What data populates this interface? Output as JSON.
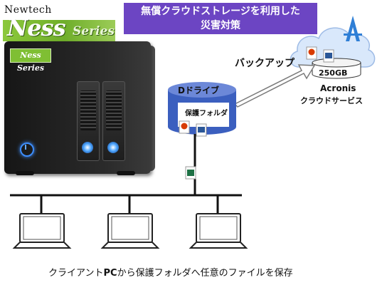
{
  "logo": {
    "top_text": "Newtech",
    "main_text": "Ness",
    "sub_text": "Series"
  },
  "title": {
    "line1": "無償クラウドストレージを利用した",
    "line2": "災害対策"
  },
  "nas": {
    "badge_text": "Ness Series"
  },
  "storage": {
    "drive_label": "Dドライブ",
    "folder_label": "保護フォルダ"
  },
  "backup_label": "バックアップ",
  "cloud": {
    "capacity": "250GB",
    "name_line1": "Acronis",
    "name_line2": "クラウドサービス"
  },
  "caption": {
    "prefix": "クライアント",
    "pc": "PC",
    "rest": "から保護フォルダへ任意のファイルを保存"
  },
  "colors": {
    "title_bg": "#6c45c3",
    "logo_green": "#7fbf33",
    "cylinder_fill": "#3b5fbf",
    "cloud_fill": "#d9e8fb",
    "acronis_blue": "#2f7fd6"
  }
}
